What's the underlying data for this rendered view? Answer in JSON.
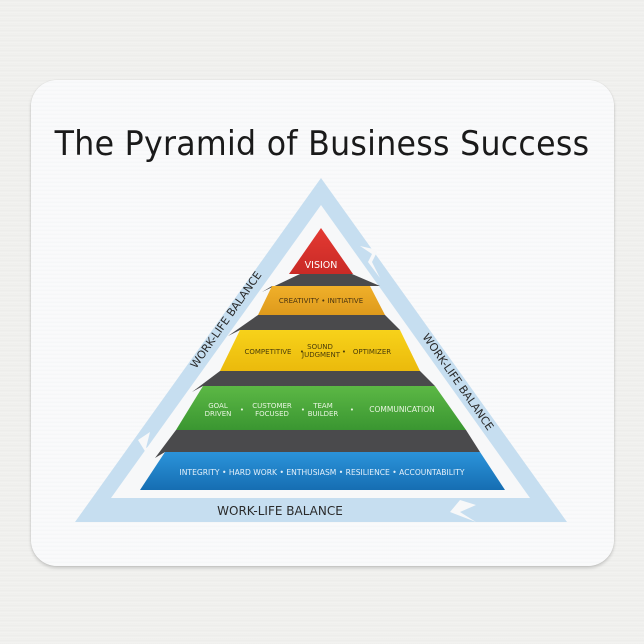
{
  "title": "The Pyramid of Business Success",
  "frame": {
    "left_label": "WORK-LIFE BALANCE",
    "right_label": "WORK-LIFE BALANCE",
    "bottom_label": "WORK-LIFE BALANCE",
    "color": "#c6def0"
  },
  "levels": [
    {
      "name": "vision",
      "color": "#d8312c",
      "items": [
        "VISION"
      ]
    },
    {
      "name": "creativity",
      "color": "#e6a21f",
      "items": [
        "CREATIVITY",
        "INITIATIVE"
      ],
      "text": "CREATIVITY • INITIATIVE"
    },
    {
      "name": "competitive",
      "color": "#f1c40f",
      "items": [
        "COMPETITIVE",
        "SOUND JUDGMENT",
        "OPTIMIZER"
      ],
      "t1": "COMPETITIVE",
      "t2a": "SOUND",
      "t2b": "JUDGMENT",
      "t3": "OPTIMIZER",
      "dot": "•"
    },
    {
      "name": "teamwork",
      "color": "#4aa83a",
      "items": [
        "GOAL DRIVEN",
        "CUSTOMER FOCUSED",
        "TEAM BUILDER",
        "COMMUNICATION"
      ],
      "t1a": "GOAL",
      "t1b": "DRIVEN",
      "t2a": "CUSTOMER",
      "t2b": "FOCUSED",
      "t3a": "TEAM",
      "t3b": "BUILDER",
      "t4": "COMMUNICATION",
      "dot": "•"
    },
    {
      "name": "foundation",
      "color": "#1f7fc8",
      "items": [
        "INTEGRITY",
        "HARD WORK",
        "ENTHUSIASM",
        "RESILIENCE",
        "ACCOUNTABILITY"
      ],
      "text": "INTEGRITY  •  HARD WORK •  ENTHUSIASM  •  RESILIENCE •  ACCOUNTABILITY"
    }
  ]
}
